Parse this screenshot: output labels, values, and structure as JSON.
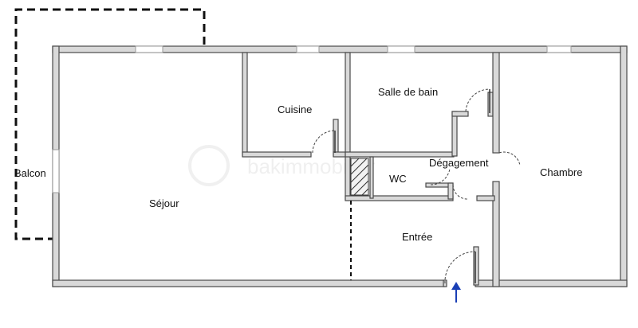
{
  "rooms": {
    "balcon": "Balcon",
    "sejour": "Séjour",
    "cuisine": "Cuisine",
    "salle_de_bain": "Salle de bain",
    "wc": "WC",
    "degagement": "Dégagement",
    "chambre": "Chambre",
    "entree": "Entrée"
  },
  "watermark": "bakimmobilier",
  "colors": {
    "entrance_arrow": "#1a3fb5",
    "wall_fill": "#d9d9d9",
    "wall_stroke": "#4a4a4a"
  }
}
